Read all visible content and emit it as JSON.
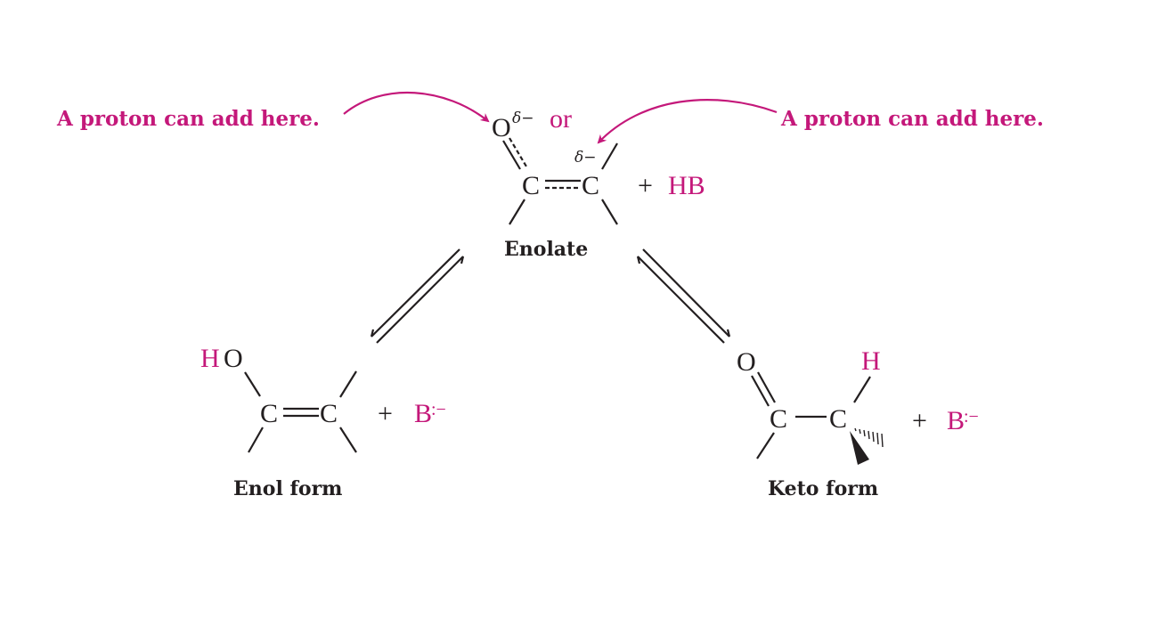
{
  "annotations": {
    "left_note": "A proton can add here.",
    "right_note": "A proton can add here.",
    "or_text": "or",
    "accent_color": "#c4187a"
  },
  "enolate": {
    "label": "Enolate",
    "oxygen": "O",
    "oxygen_charge": "δ−",
    "carbon1": "C",
    "carbon2": "C",
    "carbon_charge": "δ−",
    "plus": "+",
    "acid": "HB"
  },
  "enol": {
    "label": "Enol form",
    "hydroxyl_h": "H",
    "hydroxyl_o": "O",
    "carbon1": "C",
    "carbon2": "C",
    "plus": "+",
    "base": "B",
    "base_charge": ":−"
  },
  "keto": {
    "label": "Keto form",
    "oxygen": "O",
    "carbon1": "C",
    "carbon2": "C",
    "hydrogen": "H",
    "plus": "+",
    "base": "B",
    "base_charge": ":−"
  },
  "equilibria": [
    {
      "from": "Enolate",
      "to": "Enol form",
      "type": "double-harpoon"
    },
    {
      "from": "Enolate",
      "to": "Keto form",
      "type": "double-harpoon"
    }
  ]
}
